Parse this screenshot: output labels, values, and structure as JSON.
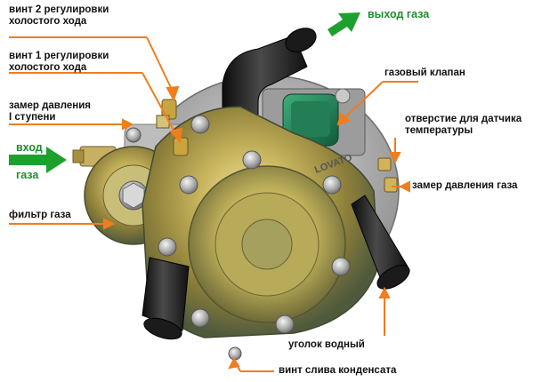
{
  "labels": {
    "screw2": "винт 2 регулировки\nхолостого хода",
    "screw1": "винт 1 регулировки\nхолостого хода",
    "pressure1": "замер давления\nI ступени",
    "gas_in_1": "вход",
    "gas_in_2": "газа",
    "gas_filter": "фильтр газа",
    "gas_out": "выход газа",
    "gas_valve": "газовый клапан",
    "temp_sensor_hole": "отверстие для датчика\nтемпературы",
    "pressure_measure": "замер давления газа",
    "water_elbow": "уголок водный",
    "drain_screw": "винт слива конденсата"
  },
  "device_brand": "LOVATO",
  "colors": {
    "leader": "#f07d1e",
    "arrow_green": "#1ea02d",
    "label_green": "#1e8c2e",
    "text": "#111111",
    "metal_brass": "#b9a04a",
    "metal_silver": "#b8b8b8",
    "hose_black": "#262626"
  }
}
